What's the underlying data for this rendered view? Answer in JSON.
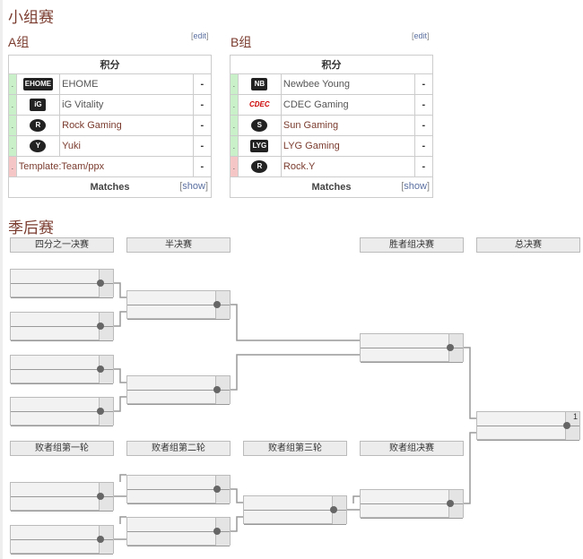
{
  "group_stage": {
    "title": "小组赛",
    "edit": "edit",
    "groups": [
      {
        "name": "A组",
        "header": "积分",
        "footer": "Matches",
        "show": "show",
        "teams": [
          {
            "name": "EHOME",
            "score": "-",
            "status": "advance"
          },
          {
            "name": "iG Vitality",
            "score": "-",
            "status": "advance"
          },
          {
            "name": "Rock Gaming",
            "score": "-",
            "status": "advance"
          },
          {
            "name": "Yuki",
            "score": "-",
            "status": "advance"
          },
          {
            "name": "Template:Team/ppx",
            "score": "-",
            "status": "eliminated"
          }
        ]
      },
      {
        "name": "B组",
        "header": "积分",
        "footer": "Matches",
        "show": "show",
        "teams": [
          {
            "name": "Newbee Young",
            "score": "-",
            "status": "advance"
          },
          {
            "name": "CDEC Gaming",
            "score": "-",
            "status": "advance"
          },
          {
            "name": "Sun Gaming",
            "score": "-",
            "status": "advance"
          },
          {
            "name": "LYG Gaming",
            "score": "-",
            "status": "advance"
          },
          {
            "name": "Rock.Y",
            "score": "-",
            "status": "eliminated"
          }
        ]
      }
    ]
  },
  "playoffs": {
    "title": "季后赛",
    "upper_rounds": [
      "四分之一决赛",
      "半决赛",
      "胜者组决赛",
      "总决赛"
    ],
    "lower_rounds": [
      "败者组第一轮",
      "败者组第二轮",
      "败者组第三轮",
      "败者组决赛"
    ],
    "grand_final_game": "1"
  },
  "status_marker": "."
}
